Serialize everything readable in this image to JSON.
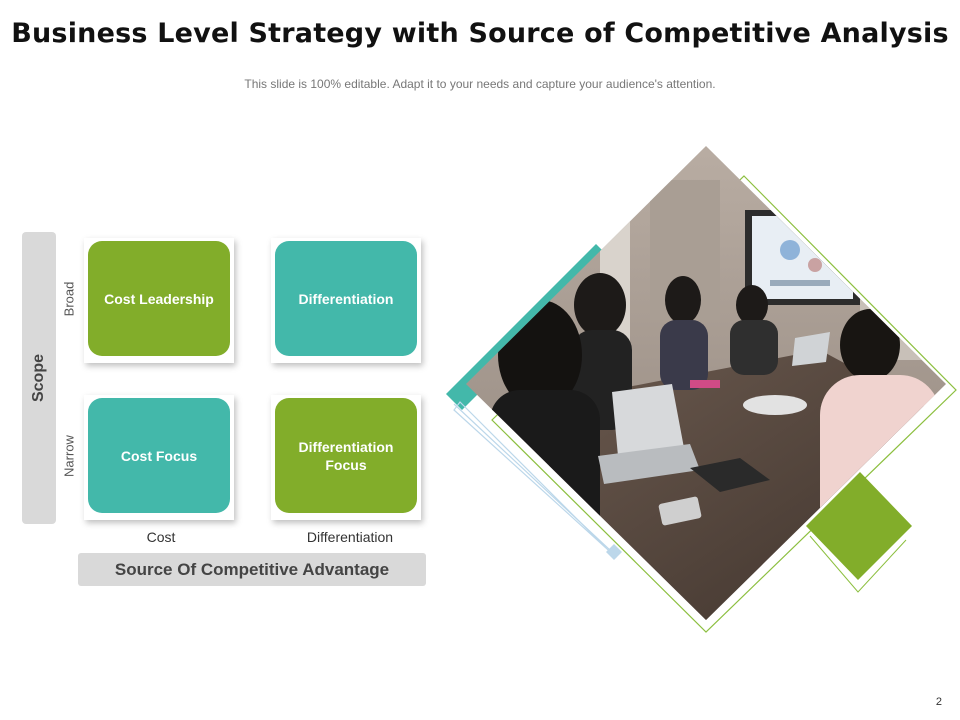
{
  "header": {
    "title": "Business Level Strategy with Source of Competitive Analysis",
    "subtitle": "This slide is 100% editable. Adapt it to your needs and capture your audience's attention."
  },
  "matrix": {
    "y_axis_title": "Scope",
    "y_levels": {
      "top": "Broad",
      "bottom": "Narrow"
    },
    "x_levels": {
      "left": "Cost",
      "right": "Differentiation"
    },
    "x_axis_title": "Source Of Competitive Advantage",
    "quadrants": {
      "top_left": "Cost Leadership",
      "top_right": "Differentiation",
      "bottom_left": "Cost Focus",
      "bottom_right": "Differentiation Focus"
    }
  },
  "colors": {
    "green": "#82ad2a",
    "teal": "#43b8aa",
    "gray_bar": "#d9d9d9",
    "diamond_outline_green": "#8cbf3f",
    "diamond_outline_blue": "#bcd7ea"
  },
  "image": {
    "description_icon": "meeting-photo"
  },
  "footer": {
    "page_number": "2"
  }
}
